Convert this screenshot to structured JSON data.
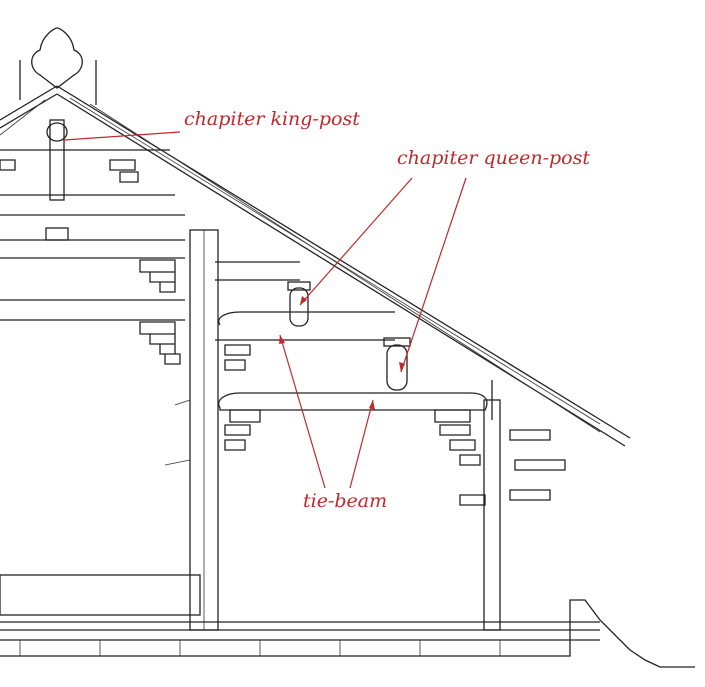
{
  "labels": {
    "king_post": "chapiter king-post",
    "queen_post": "chapiter queen-post",
    "tie_beam": "tie-beam"
  },
  "colors": {
    "annotation": "#c0282a",
    "line": "#222222"
  }
}
